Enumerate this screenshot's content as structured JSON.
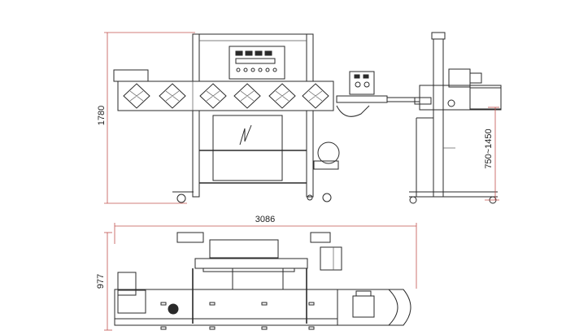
{
  "dimensions": {
    "height_front": "1780",
    "adjustable_height": "750~1450",
    "length_top": "3086",
    "width_top": "977"
  },
  "colors": {
    "line": "#2a2a2a",
    "dimension_line": "#c0504d",
    "background": "#ffffff"
  }
}
